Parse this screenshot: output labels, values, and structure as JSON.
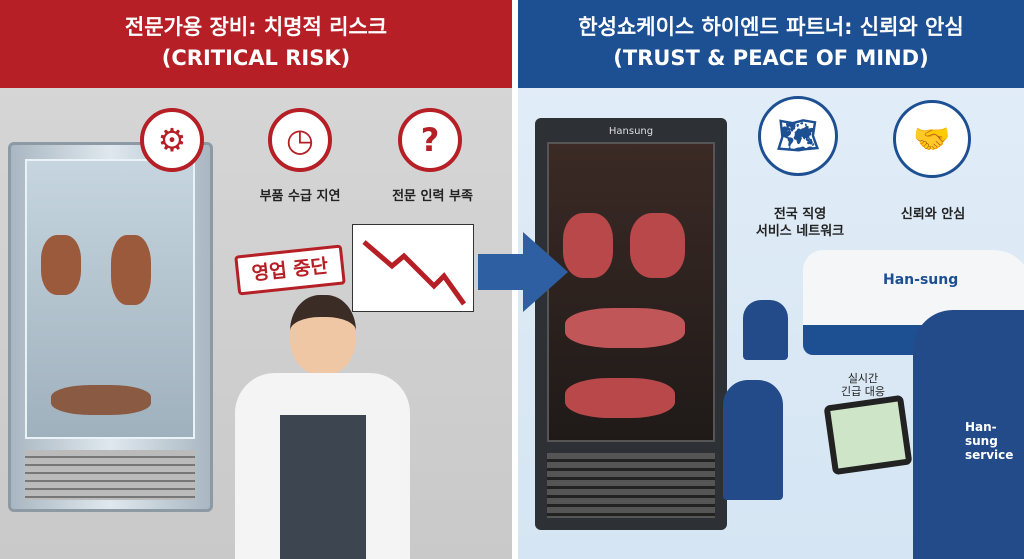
{
  "left": {
    "title_ko": "전문가용 장비: 치명적 리스크",
    "title_en": "(CRITICAL RISK)",
    "icons": [
      {
        "icon": "gear-warning-icon"
      },
      {
        "icon": "clock-icon",
        "label": "부품 수급 지연"
      },
      {
        "icon": "question-icon",
        "label": "전문 인력 부족"
      }
    ],
    "sign": "영업 중단",
    "color": "#b51f25"
  },
  "right": {
    "title_ko": "한성쇼케이스 하이엔드 파트너: 신뢰와 안심",
    "title_en": "(TRUST & PEACE OF MIND)",
    "fridge_brand": "Hansung",
    "icons": [
      {
        "icon": "korea-map-network-icon",
        "label_line1": "전국 직영",
        "label_line2": "서비스 네트워크"
      },
      {
        "icon": "shield-handshake-icon",
        "label": "신뢰와 안심"
      }
    ],
    "van_brand": "Han-sung",
    "tablet_caption_line1": "실시간",
    "tablet_caption_line2": "긴급 대응",
    "jacket_line1": "Han-sung",
    "jacket_line2": "service",
    "color": "#1d4f93"
  }
}
